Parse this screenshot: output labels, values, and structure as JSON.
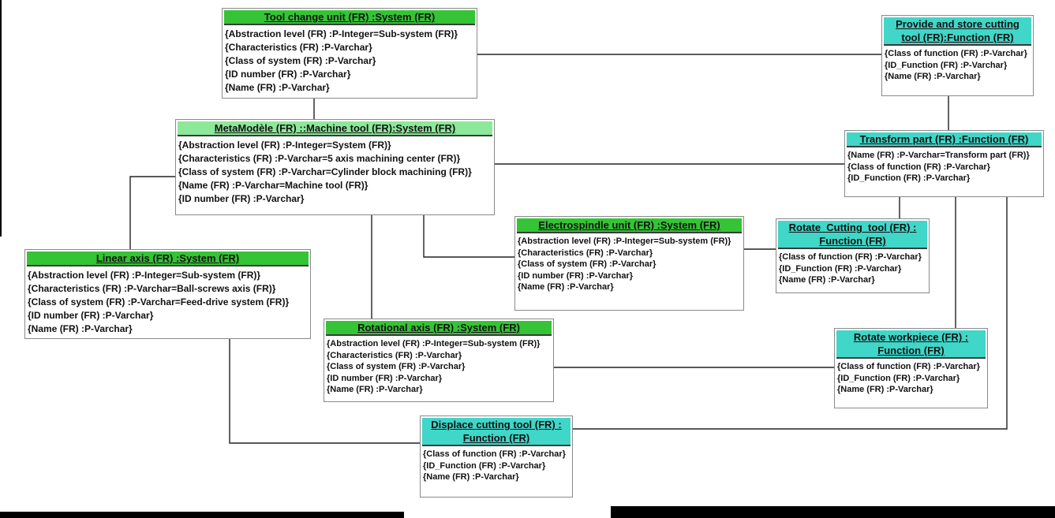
{
  "diagram": {
    "entities": {
      "tool_change_unit": {
        "title": "Tool change unit (FR) :System (FR)",
        "attributes": [
          "{Abstraction level (FR) :P-Integer=Sub-system (FR)}",
          "{Characteristics (FR) :P-Varchar}",
          "{Class of system (FR) :P-Varchar}",
          "{ID number (FR) :P-Varchar}",
          "{Name (FR) :P-Varchar}"
        ]
      },
      "metamodele": {
        "title": "MetaModèle (FR) ::Machine tool (FR):System (FR)",
        "attributes": [
          "{Abstraction level (FR) :P-Integer=System (FR)}",
          "{Characteristics (FR) :P-Varchar=5 axis machining center (FR)}",
          "{Class of system (FR) :P-Varchar=Cylinder block machining (FR)}",
          "{Name (FR) :P-Varchar=Machine tool (FR)}",
          "{ID number (FR) :P-Varchar}"
        ]
      },
      "linear_axis": {
        "title": "Linear axis (FR) :System (FR)",
        "attributes": [
          "{Abstraction level (FR) :P-Integer=Sub-system (FR)}",
          "{Characteristics (FR) :P-Varchar=Ball-screws axis (FR)}",
          "{Class of system (FR) :P-Varchar=Feed-drive system (FR)}",
          "{ID number (FR) :P-Varchar}",
          "{Name (FR) :P-Varchar}"
        ]
      },
      "electrospindle_unit": {
        "title": "Electrospindle unit (FR) :System (FR)",
        "attributes": [
          "{Abstraction level (FR) :P-Integer=Sub-system (FR)}",
          "{Characteristics (FR) :P-Varchar}",
          "{Class of system (FR) :P-Varchar}",
          "{ID number (FR) :P-Varchar}",
          "{Name (FR) :P-Varchar}"
        ]
      },
      "rotational_axis": {
        "title": "Rotational axis (FR) :System (FR)",
        "attributes": [
          "{Abstraction level (FR) :P-Integer=Sub-system (FR)}",
          "{Characteristics (FR) :P-Varchar}",
          "{Class of system (FR) :P-Varchar}",
          "{ID number (FR) :P-Varchar}",
          "{Name (FR) :P-Varchar}"
        ]
      },
      "provide_store": {
        "title_line1": "Provide and store cutting",
        "title_line2": "tool (FR):Function (FR)",
        "attributes": [
          "{Class of function (FR) :P-Varchar}",
          "{ID_Function (FR) :P-Varchar}",
          "{Name (FR) :P-Varchar}"
        ]
      },
      "transform_part": {
        "title": "Transform part (FR) :Function (FR)",
        "attributes": [
          "{Name (FR) :P-Varchar=Transform part (FR)}",
          "{Class of function (FR) :P-Varchar}",
          "{ID_Function (FR) :P-Varchar}"
        ]
      },
      "rotate_cutting_tool": {
        "title_line1": "Rotate_Cutting_tool (FR) :",
        "title_line2": "Function (FR)",
        "attributes": [
          "{Class of function (FR) :P-Varchar}",
          "{ID_Function (FR) :P-Varchar}",
          "{Name (FR) :P-Varchar}"
        ]
      },
      "rotate_workpiece": {
        "title_line1": "Rotate workpiece (FR) :",
        "title_line2": "Function (FR)",
        "attributes": [
          "{Class of function (FR) :P-Varchar}",
          "{ID_Function (FR) :P-Varchar}",
          "{Name (FR) :P-Varchar}"
        ]
      },
      "displace_cutting_tool": {
        "title_line1": "Displace cutting tool (FR) :",
        "title_line2": "Function (FR)",
        "attributes": [
          "{Class of function (FR) :P-Varchar}",
          "{ID_Function (FR) :P-Varchar}",
          "{Name (FR) :P-Varchar}"
        ]
      }
    },
    "colors": {
      "system_header": "#35c435",
      "meta_header": "#8de89a",
      "function_header": "#40d6c8",
      "connector": "#222222"
    }
  }
}
